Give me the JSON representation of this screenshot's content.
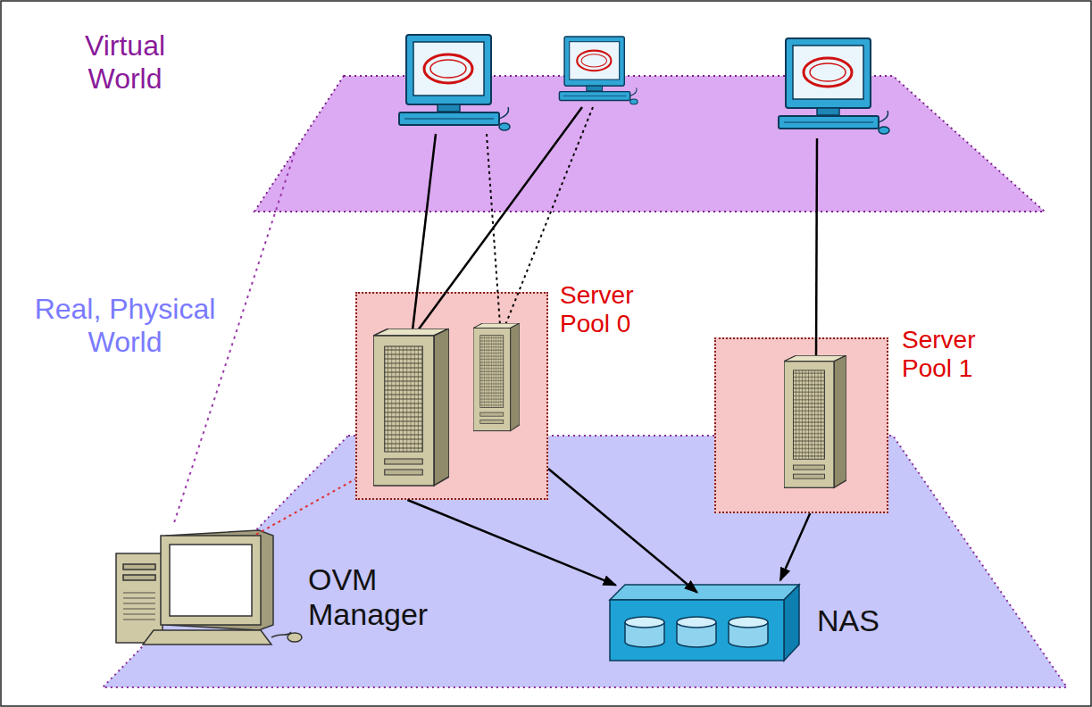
{
  "diagram": {
    "nodes": [
      {
        "text": [
          "Virtual World"
        ]
      },
      {
        "text": [
          "Server Pool 0"
        ]
      },
      {
        "text": [
          "Server Pool 1"
        ]
      },
      {
        "text": [
          "Real, Physical World"
        ]
      },
      {
        "text": [
          "OVM Manager"
        ],
        "in": 3
      },
      {
        "text": [
          "NAS"
        ],
        "in": 3
      }
    ],
    "edges": [
      {
        "from": 1,
        "to": 5,
        "arrow": "to"
      },
      {
        "from": 1,
        "to": 5,
        "arrow": "to"
      },
      {
        "from": 2,
        "to": 5,
        "arrow": "to"
      },
      {
        "from": 4,
        "to": 1,
        "arrow": "none"
      },
      {
        "from": 4,
        "to": 0,
        "arrow": "none"
      }
    ]
  }
}
